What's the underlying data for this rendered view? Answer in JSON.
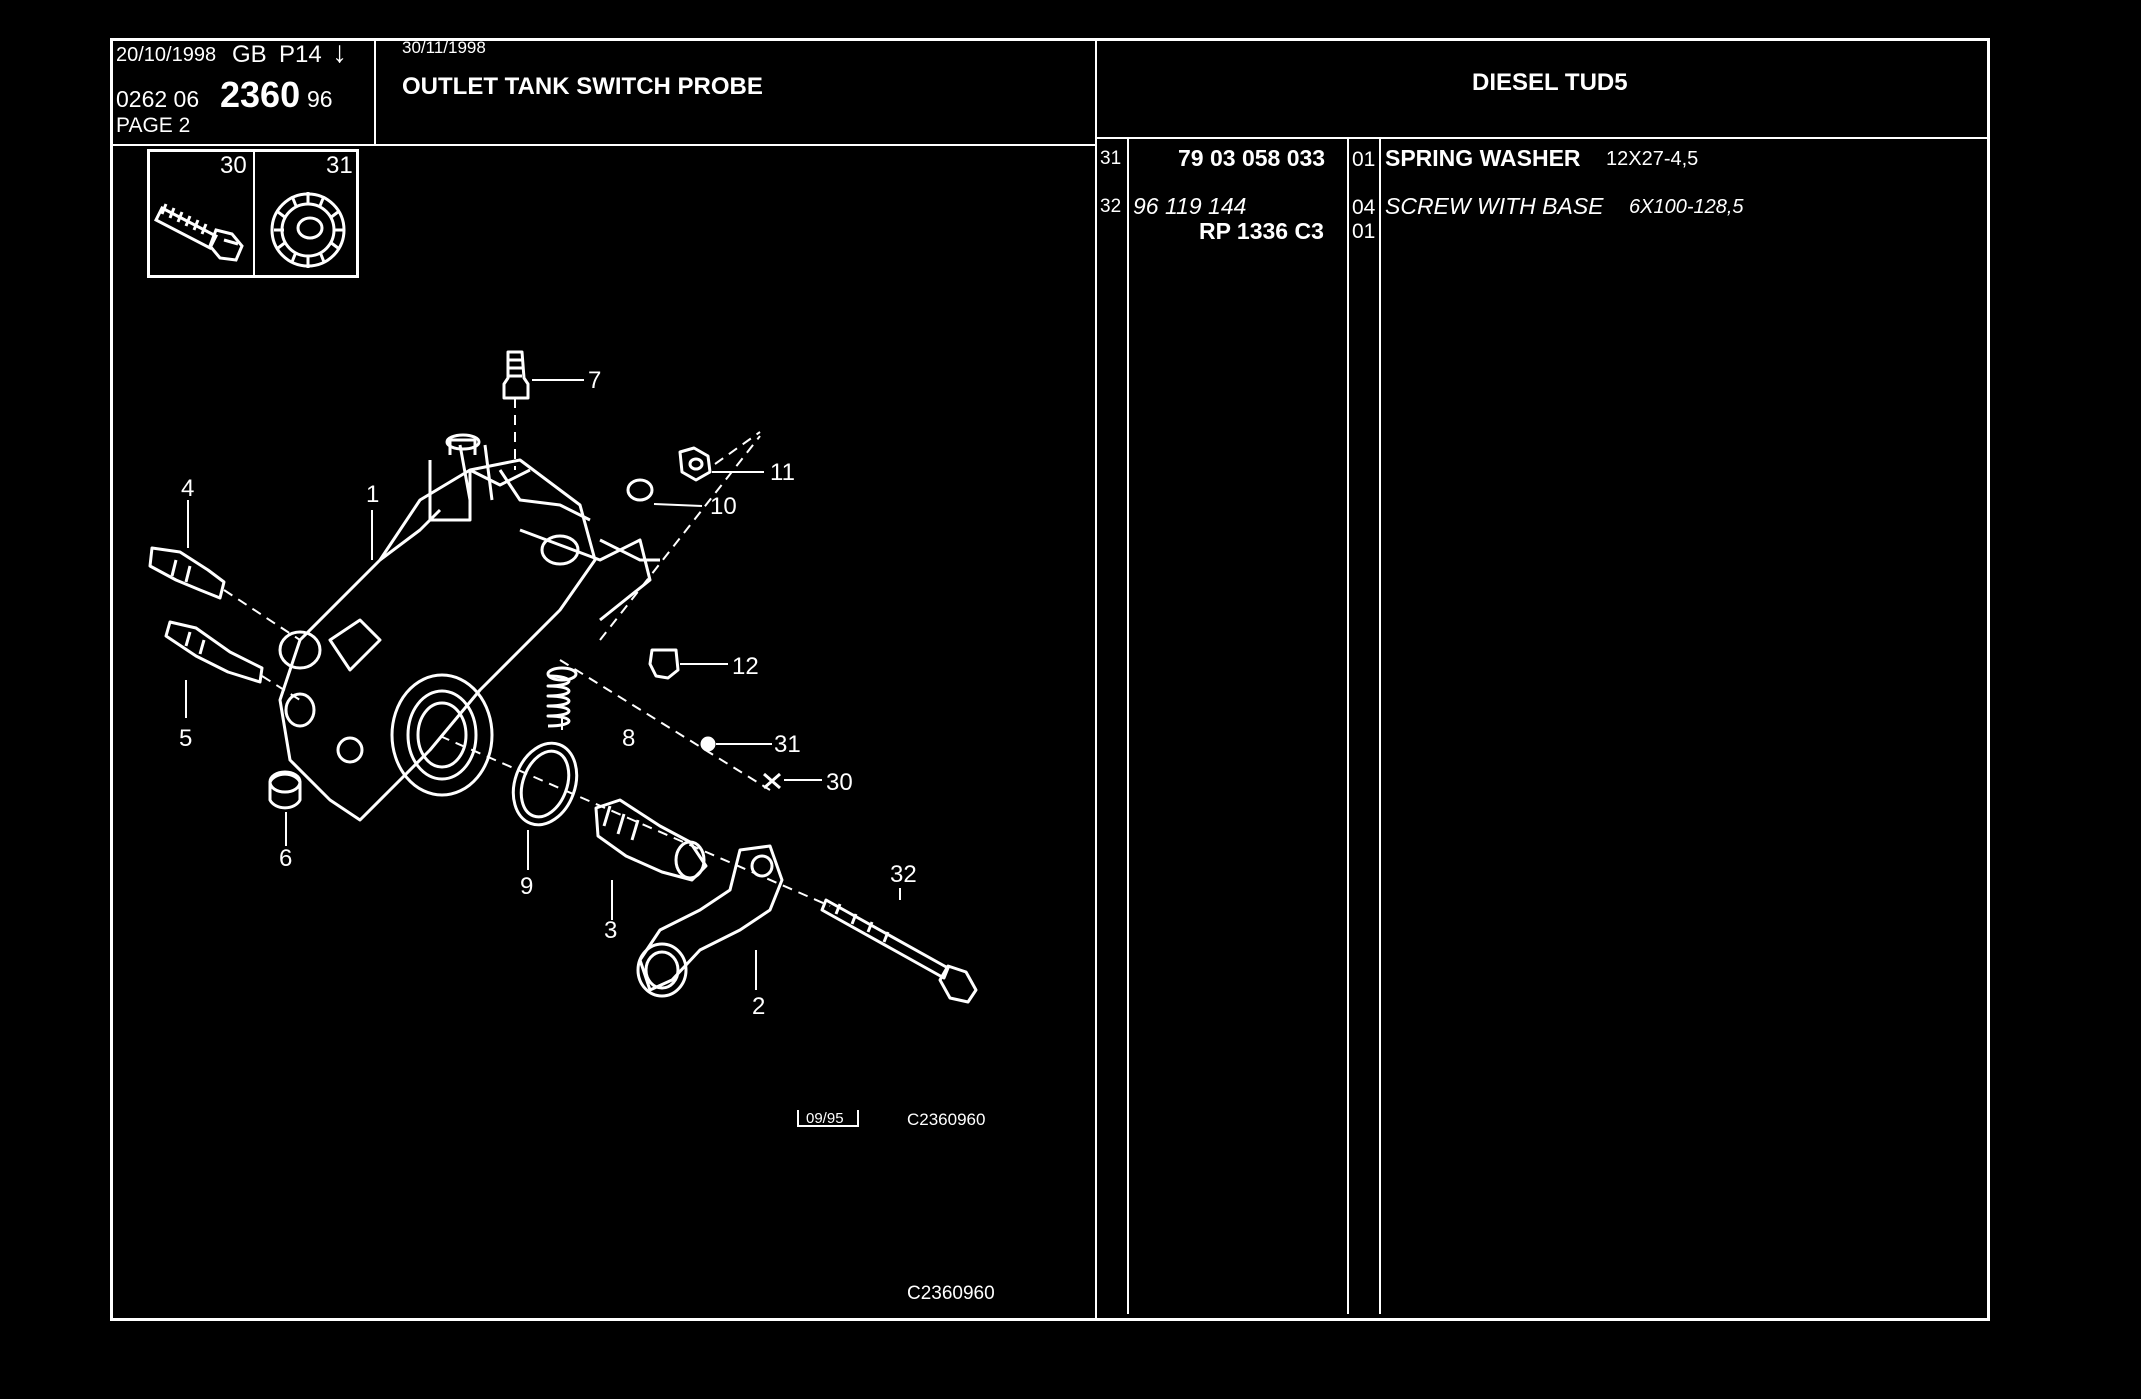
{
  "header": {
    "date": "20/10/1998",
    "lang": "GB",
    "page_code": "P14",
    "arrow": "down-arrow-icon",
    "ref_prefix": "0262 06",
    "ref_main": "2360",
    "ref_suffix": "96",
    "page_label": "PAGE 2",
    "date2": "30/11/1998",
    "title": "OUTLET TANK SWITCH PROBE",
    "engine": "DIESEL TUD5"
  },
  "thumbnails": [
    {
      "num": "30",
      "icon": "bolt-icon"
    },
    {
      "num": "31",
      "icon": "spring-washer-icon"
    }
  ],
  "parts": [
    {
      "item": "31",
      "ref": "79 03 058 033",
      "qty": "01",
      "desc": "SPRING WASHER",
      "dims": "12X27-4,5"
    },
    {
      "item": "32",
      "ref": "96 119 144",
      "qty": "04",
      "desc": "SCREW WITH BASE",
      "dims": "6X100-128,5"
    },
    {
      "item": "",
      "ref": "RP  1336 C3",
      "qty": "01",
      "desc": "",
      "dims": ""
    }
  ],
  "diagram": {
    "callouts": [
      "1",
      "2",
      "3",
      "4",
      "5",
      "6",
      "7",
      "8",
      "9",
      "10",
      "11",
      "12",
      "30",
      "31",
      "32"
    ],
    "stamp_date": "09/95",
    "stamp_code": "C2360960",
    "footer_code": "C2360960"
  },
  "colors": {
    "background": "#000000",
    "ink": "#ffffff"
  }
}
